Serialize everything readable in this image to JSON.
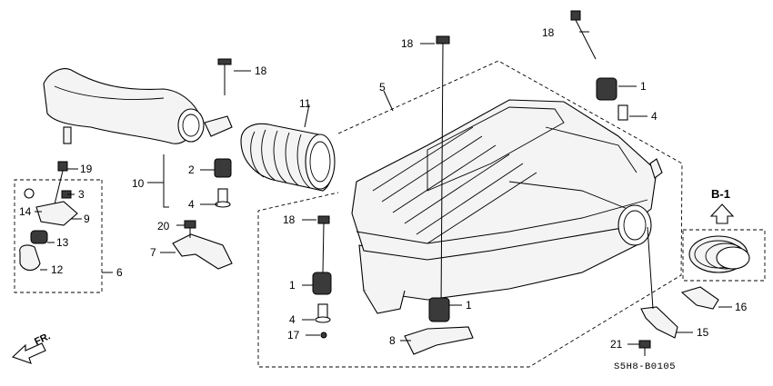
{
  "diagram": {
    "code": "S5H8-B0105",
    "direction_label": "FR.",
    "view_label": "B-1",
    "callouts": {
      "c1a": "1",
      "c1b": "1",
      "c1c": "1",
      "c2": "2",
      "c3": "3",
      "c4a": "4",
      "c4b": "4",
      "c4c": "4",
      "c5": "5",
      "c6": "6",
      "c7": "7",
      "c8": "8",
      "c9": "9",
      "c10": "10",
      "c11": "11",
      "c12": "12",
      "c13": "13",
      "c14": "14",
      "c15": "15",
      "c16": "16",
      "c17": "17",
      "c18a": "18",
      "c18b": "18",
      "c18c": "18",
      "c18d": "18",
      "c19": "19",
      "c20": "20",
      "c21": "21"
    }
  }
}
